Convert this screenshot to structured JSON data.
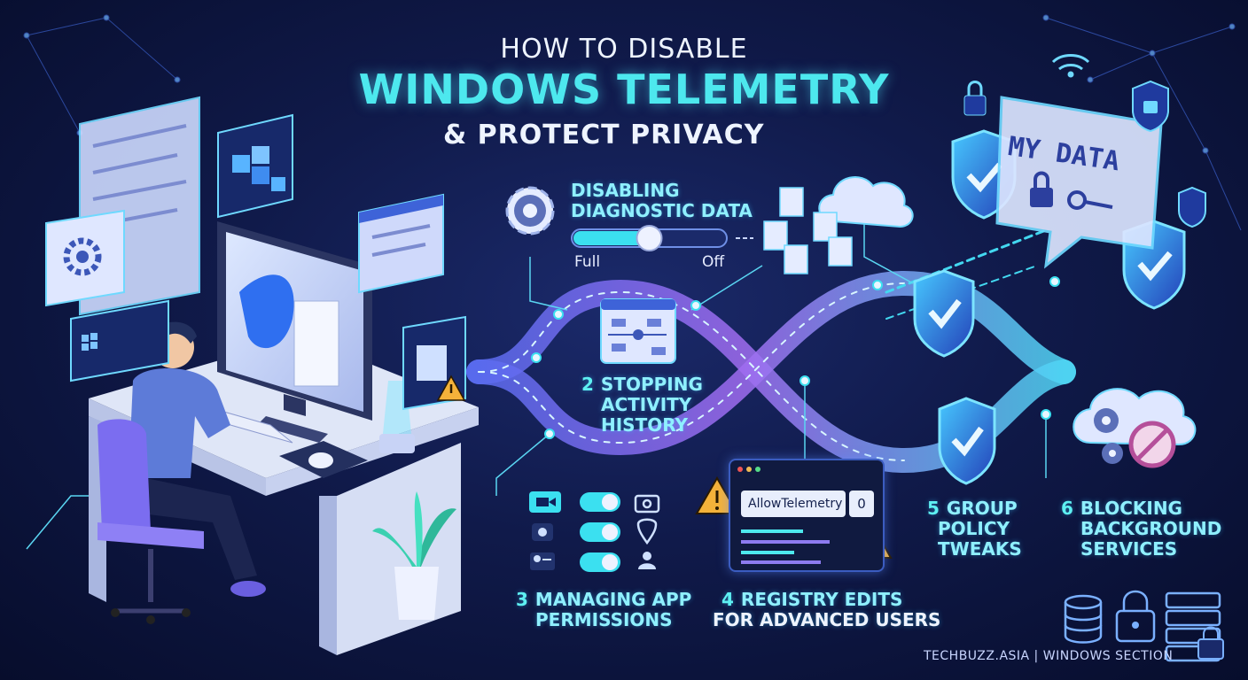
{
  "title": {
    "line1": "HOW TO DISABLE",
    "line2": "WINDOWS TELEMETRY",
    "line3": "&  PROTECT PRIVACY"
  },
  "badge": {
    "my_data": "MY DATA"
  },
  "steps": [
    {
      "title_line1": "DISABLING",
      "title_line2": "DIAGNOSTIC DATA",
      "slider_left": "Full",
      "slider_right": "Off",
      "slider_level": 0.5
    },
    {
      "number": "2",
      "line1": "STOPPING",
      "line2": "ACTIVITY",
      "line3": "HISTORY"
    },
    {
      "number": "3",
      "line1": "MANAGING APP",
      "line2": "PERMISSIONS"
    },
    {
      "number": "4",
      "line1": "REGISTRY EDITS",
      "line2": "FOR ADVANCED USERS",
      "registry_key": "AllowTelemetry",
      "registry_value": "0"
    },
    {
      "number": "5",
      "line1": "GROUP",
      "line2": "POLICY",
      "line3": "TWEAKS"
    },
    {
      "number": "6",
      "line1": "BLOCKING",
      "line2": "BACKGROUND",
      "line3": "SERVICES"
    }
  ],
  "footer": "TECHBUZZ.ASIA | WINDOWS SECTION",
  "icons": [
    "gear-icon",
    "shield-check-icon",
    "cloud-icon",
    "document-icon",
    "lock-icon",
    "key-icon",
    "wifi-icon",
    "warning-icon",
    "camera-icon",
    "video-icon",
    "location-icon",
    "person-icon",
    "server-icon",
    "block-icon",
    "plant-icon"
  ],
  "colors": {
    "accent": "#4de8ee",
    "background": "#0b1440",
    "path_purple": "#9a6cf0",
    "shield_blue": "#2a6fe0"
  }
}
